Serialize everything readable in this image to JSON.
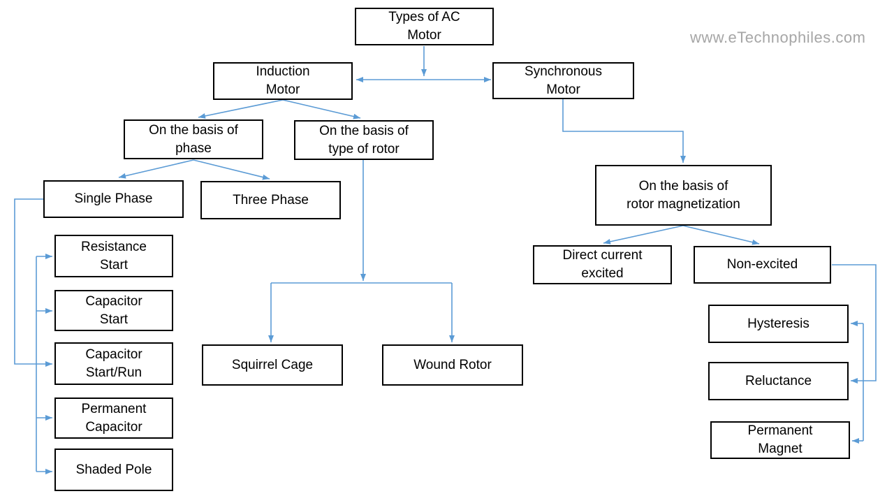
{
  "watermark": {
    "text": "www.eTechnophiles.com",
    "color": "#A6A6A6"
  },
  "colors": {
    "connector": "#5B9BD5",
    "box_border": "#000000",
    "box_fill": "#FFFFFF",
    "label_text": "#000000",
    "background": "#FFFFFF"
  },
  "diagram": {
    "root": "Types of AC Motor",
    "nodes": {
      "types_of_ac_motor": {
        "label": "Types of AC\nMotor"
      },
      "induction_motor": {
        "label": "Induction\nMotor"
      },
      "synchronous_motor": {
        "label": "Synchronous\nMotor"
      },
      "basis_of_phase": {
        "label": "On the basis of\nphase"
      },
      "basis_of_rotor": {
        "label": "On the basis of\ntype of rotor"
      },
      "single_phase": {
        "label": "Single Phase"
      },
      "three_phase": {
        "label": "Three Phase"
      },
      "resistance_start": {
        "label": "Resistance\nStart"
      },
      "capacitor_start": {
        "label": "Capacitor\nStart"
      },
      "capacitor_start_run": {
        "label": "Capacitor\nStart/Run"
      },
      "permanent_capacitor": {
        "label": "Permanent\nCapacitor"
      },
      "shaded_pole": {
        "label": "Shaded Pole"
      },
      "squirrel_cage": {
        "label": "Squirrel Cage"
      },
      "wound_rotor": {
        "label": "Wound Rotor"
      },
      "basis_rotor_magnetization": {
        "label": "On the basis of\nrotor magnetization"
      },
      "dc_excited": {
        "label": "Direct current\nexcited"
      },
      "non_excited": {
        "label": "Non-excited"
      },
      "hysteresis": {
        "label": "Hysteresis"
      },
      "reluctance": {
        "label": "Reluctance"
      },
      "permanent_magnet": {
        "label": "Permanent\nMagnet"
      }
    },
    "edges": [
      {
        "from": "Types of AC Motor",
        "to": "Induction Motor"
      },
      {
        "from": "Types of AC Motor",
        "to": "Synchronous Motor"
      },
      {
        "from": "Induction Motor",
        "to": "On the basis of phase"
      },
      {
        "from": "Induction Motor",
        "to": "On the basis of type of rotor"
      },
      {
        "from": "On the basis of phase",
        "to": "Single Phase"
      },
      {
        "from": "On the basis of phase",
        "to": "Three Phase"
      },
      {
        "from": "Single Phase",
        "to": "Resistance Start"
      },
      {
        "from": "Single Phase",
        "to": "Capacitor Start"
      },
      {
        "from": "Single Phase",
        "to": "Capacitor Start/Run"
      },
      {
        "from": "Single Phase",
        "to": "Permanent Capacitor"
      },
      {
        "from": "Single Phase",
        "to": "Shaded Pole"
      },
      {
        "from": "On the basis of type of rotor",
        "to": "Squirrel Cage"
      },
      {
        "from": "On the basis of type of rotor",
        "to": "Wound Rotor"
      },
      {
        "from": "Synchronous Motor",
        "to": "On the basis of rotor magnetization"
      },
      {
        "from": "On the basis of rotor magnetization",
        "to": "Direct current excited"
      },
      {
        "from": "On the basis of rotor magnetization",
        "to": "Non-excited"
      },
      {
        "from": "Non-excited",
        "to": "Hysteresis"
      },
      {
        "from": "Non-excited",
        "to": "Reluctance"
      },
      {
        "from": "Non-excited",
        "to": "Permanent Magnet"
      }
    ]
  }
}
